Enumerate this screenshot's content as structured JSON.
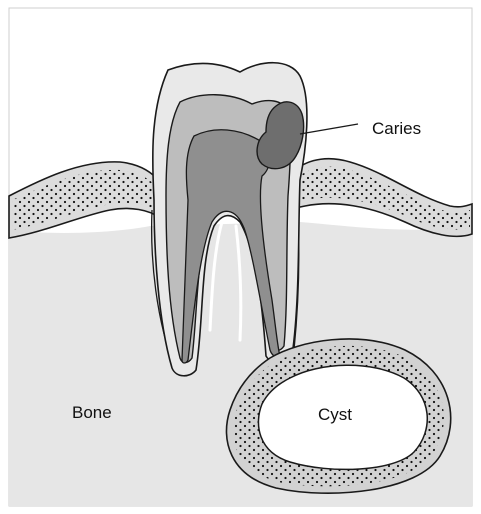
{
  "diagram": {
    "labels": {
      "caries": "Caries",
      "bone": "Bone",
      "cyst": "Cyst"
    },
    "colors": {
      "background": "#ffffff",
      "bone": "#e6e6e6",
      "gum": "#dcdcdc",
      "enamel": "#e9e9e9",
      "dentin": "#bdbdbd",
      "pulp": "#8f8f8f",
      "caries": "#6e6e6e",
      "outline": "#1a1a1a",
      "cyst_wall": "#d2d2d2",
      "cyst_lumen": "#ffffff"
    }
  }
}
